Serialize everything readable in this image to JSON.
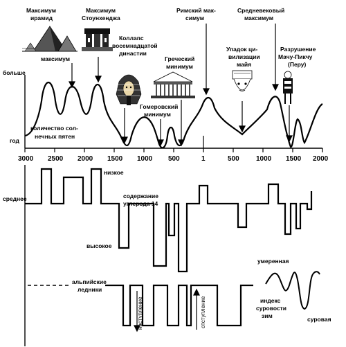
{
  "top_labels": {
    "pyramids_1": "Максимум",
    "pyramids_2": "ирамид",
    "stonehenge_1": "Максимум",
    "stonehenge_2": "Стоунхенджа",
    "collapse_1": "Коллапс",
    "collapse_2": "восемнадцатой",
    "collapse_3": "династии",
    "greek_1": "Греческий",
    "greek_2": "минимум",
    "roman_1": "Римский мак-",
    "roman_2": "симум",
    "medieval_1": "Средневековый",
    "medieval_2": "максимум",
    "maya_1": "Упадок ци-",
    "maya_2": "вилизации",
    "maya_3": "майя",
    "machu_1": "Разрушение",
    "machu_2": "Мачу-Пикчу",
    "machu_3": "(Перу)",
    "homeric_1": "Гомеровский",
    "homeric_2": "минимум",
    "extra_max": "максимум"
  },
  "axis_labels": {
    "more": "больше",
    "year": "год",
    "middle": "среднее",
    "low": "низкое",
    "high": "высокое"
  },
  "panel_text": {
    "sunspots_1": "количество сол-",
    "sunspots_2": "нечных пятен",
    "carbon_1": "содержание",
    "carbon_2": "углерода 14",
    "glaciers_1": "альпийские",
    "glaciers_2": "ледники",
    "advance": "наступление",
    "retreat": "отступление",
    "moderate": "умеренная",
    "severity_1": "индекс",
    "severity_2": "суровости",
    "severity_3": "зим",
    "severe": "суровая"
  },
  "ticks": [
    "3000",
    "2500",
    "2000",
    "1500",
    "1000",
    "500",
    "1",
    "500",
    "1000",
    "1500",
    "2000"
  ],
  "illustrations": {
    "pyramids": "pyramids-illustration",
    "stonehenge": "stonehenge-illustration",
    "pharaoh": "pharaoh-illustration",
    "parthenon": "parthenon-illustration",
    "maya_head": "maya-head-illustration",
    "inca_figure": "inca-figure-illustration"
  }
}
